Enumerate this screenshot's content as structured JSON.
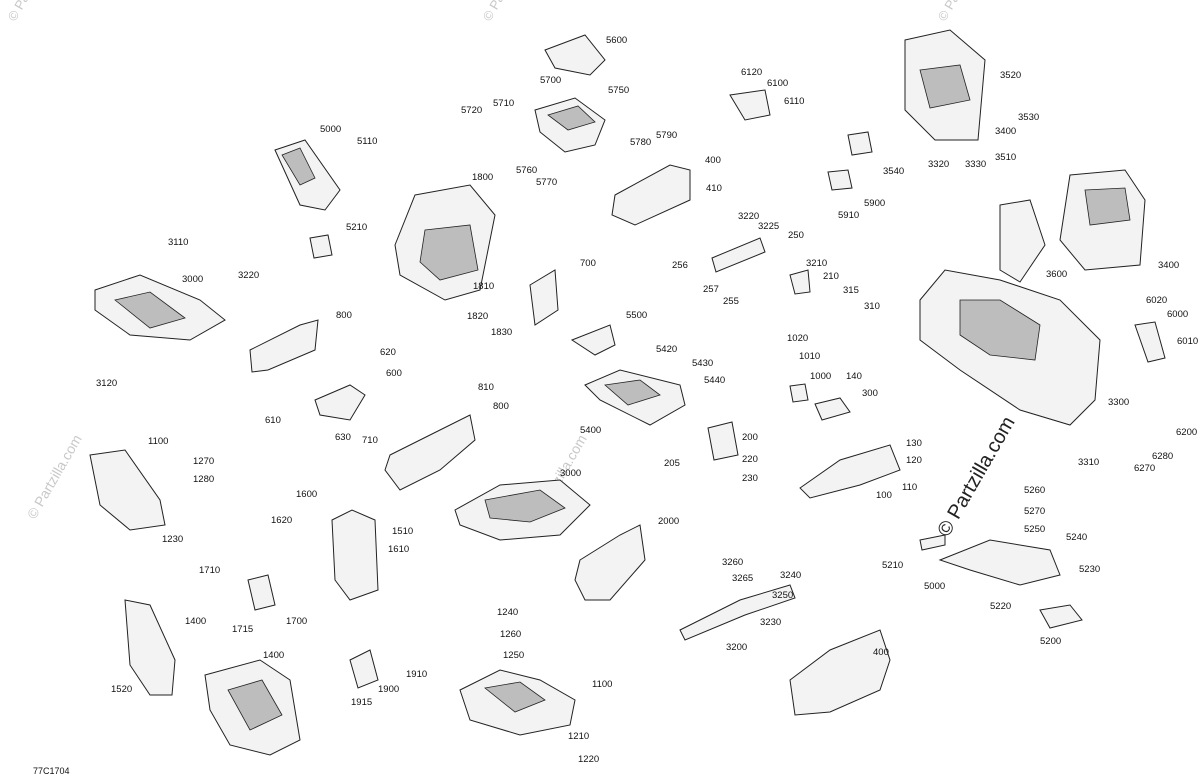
{
  "diagram_code": "77C1704",
  "watermark": "© Partzilla.com",
  "watermark_small": "© Partzilla.com",
  "callouts": [
    "5600",
    "5700",
    "5750",
    "5720",
    "5710",
    "5790",
    "5780",
    "5760",
    "5770",
    "6120",
    "6100",
    "6110",
    "3520",
    "3530",
    "3400",
    "3510",
    "3320",
    "3330",
    "5000",
    "5110",
    "3540",
    "5900",
    "5910",
    "400",
    "410",
    "1800",
    "5210",
    "3220",
    "3225",
    "250",
    "256",
    "3210",
    "210",
    "257",
    "315",
    "255",
    "310",
    "3110",
    "3000",
    "3220",
    "3120",
    "700",
    "1810",
    "1820",
    "1830",
    "800",
    "5500",
    "3600",
    "3400",
    "6020",
    "6000",
    "6010",
    "620",
    "600",
    "610",
    "630",
    "710",
    "1020",
    "1010",
    "1000",
    "140",
    "300",
    "5420",
    "5430",
    "5440",
    "5400",
    "810",
    "800",
    "3300",
    "6200",
    "6280",
    "6270",
    "1100",
    "1270",
    "1280",
    "1230",
    "200",
    "205",
    "220",
    "230",
    "130",
    "120",
    "110",
    "100",
    "3310",
    "3000",
    "5260",
    "5270",
    "5250",
    "5240",
    "5230",
    "5220",
    "5210",
    "5000",
    "1600",
    "1620",
    "1510",
    "1610",
    "2000",
    "1710",
    "1700",
    "1715",
    "3260",
    "3265",
    "3240",
    "3250",
    "3230",
    "3200",
    "5200",
    "1400",
    "1520",
    "1400",
    "1240",
    "1260",
    "1250",
    "1100",
    "1910",
    "1900",
    "1915",
    "400",
    "1210",
    "1220"
  ]
}
